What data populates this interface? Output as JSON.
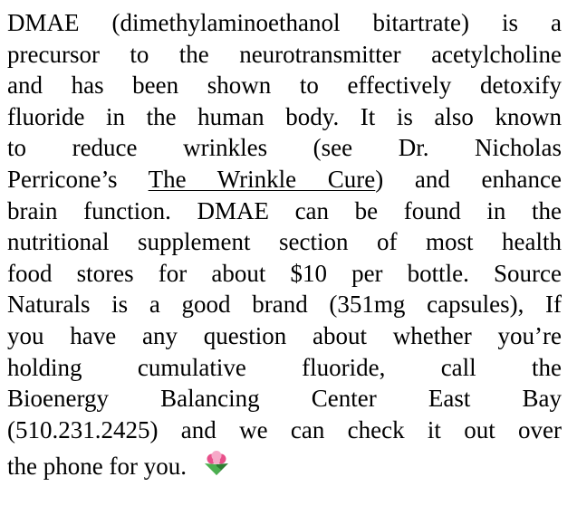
{
  "paragraph": {
    "lines": [
      "DMAE (dimethylaminoethanol bitartrate) is a",
      "precursor to the neurotransmitter acetylcholine",
      "and has been shown to effectively detoxify",
      "fluoride in the human body.  It is also known",
      "to reduce wrinkles (see Dr. Nicholas",
      "brain function.  DMAE can be found in the",
      "nutritional supplement section of most health",
      "food stores for about $10 per bottle.  Source",
      "Naturals is a good brand (351mg capsules), If",
      "you have any question about whether you’re",
      "holding cumulative fluoride, call the",
      "Bioenergy Balancing Center East Bay",
      "(510.231.2425) and we can check it out over",
      "the phone for you."
    ],
    "line6_prefix": "Perricone’s ",
    "book_title": "The Wrinkle Cure",
    "line6_suffix": ") and enhance"
  },
  "decoration": {
    "icon": "flower-icon",
    "petal_color": "#e8508a",
    "petal_light": "#f6a8c8",
    "leaf_color": "#4caf50",
    "leaf_dark": "#2e7d32"
  }
}
